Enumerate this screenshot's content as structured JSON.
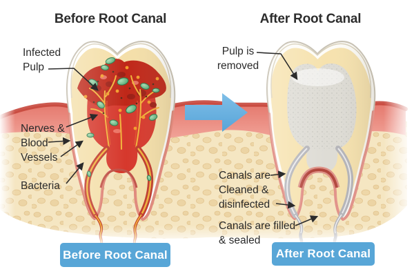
{
  "titles": {
    "before": "Before Root Canal",
    "after": "After Root Canal"
  },
  "labels": {
    "infected_pulp": {
      "lines": [
        "Infected",
        "Pulp"
      ]
    },
    "nerves_vessels": {
      "lines": [
        "Nerves &",
        "Blood",
        "Vessels"
      ]
    },
    "bacteria": {
      "lines": [
        "Bacteria"
      ]
    },
    "pulp_removed": {
      "lines": [
        "Pulp is",
        "removed"
      ]
    },
    "canals_cleaned": {
      "lines": [
        "Canals are",
        "Cleaned &",
        "disinfected"
      ]
    },
    "canals_filled": {
      "lines": [
        "Canals are filled",
        "& sealed"
      ]
    }
  },
  "buttons": {
    "before": "Before Root Canal",
    "after": "After Root Canal"
  },
  "icons": {
    "transition_arrow": "right-arrow"
  },
  "colors": {
    "button_blue": "#58a6d7",
    "arrow_blue": "#6db1e0",
    "title_text": "#2d2d2d",
    "label_text": "#2a2a2a",
    "leader_line": "#2b2b2b",
    "pulp_red": "#d6382c",
    "infection_red": "#bf2718",
    "bacteria_green": "#4ba06a",
    "nerve_yellow": "#f1b33a",
    "bone_cream": "#f5e6c2",
    "gum_pink": "#e9827a",
    "gum_margin": "#c7473c",
    "dentin_cream": "#f4dfa9",
    "filling_gray": "#dedcd5",
    "canal_gray": "#b4b4b9"
  }
}
